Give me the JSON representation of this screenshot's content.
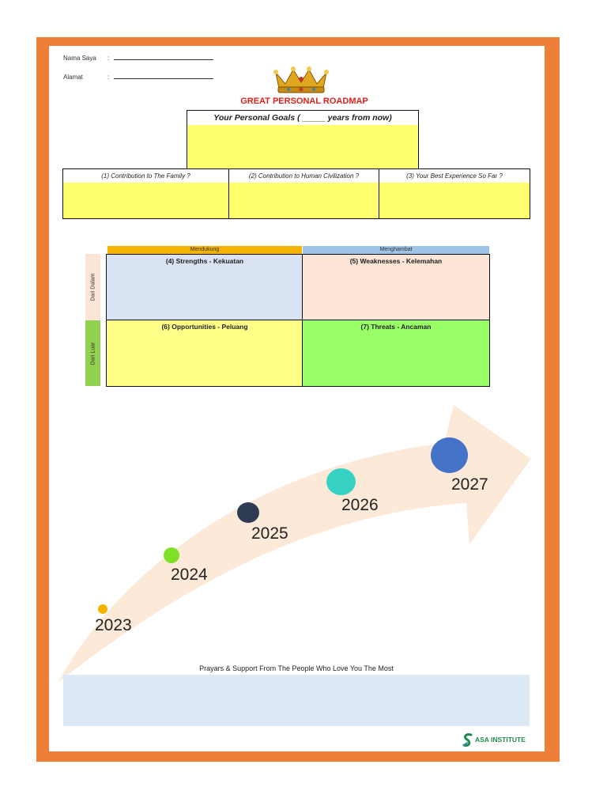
{
  "header": {
    "name_label": "Nama Saya",
    "address_label": "Alamat",
    "separator": ":"
  },
  "title": "GREAT PERSONAL ROADMAP",
  "goals": {
    "heading": "Your Personal Goals ( _____ years from now)"
  },
  "contributions": [
    {
      "heading": "(1) Contribution to The Family ?"
    },
    {
      "heading": "(2) Contribution to Human Civilization ?"
    },
    {
      "heading": "(3) Your Best Experience So Far ?"
    }
  ],
  "swot": {
    "support_label": "Mendukung",
    "hinder_label": "Menghambat",
    "inside_label": "Dari Dalam",
    "outside_label": "Dari Luar",
    "strengths": "(4) Strengths - Kekuatan",
    "weaknesses": "(5) Weaknesses - Kelemahan",
    "opportunities": "(6) Opportunities - Peluang",
    "threats": "(7) Threats - Ancaman"
  },
  "roadmap": {
    "years": [
      "2023",
      "2024",
      "2025",
      "2026",
      "2027"
    ],
    "dot_colors": [
      "#f5b300",
      "#80e027",
      "#2f3b52",
      "#36d3c4",
      "#4573c8"
    ]
  },
  "prayers": {
    "label": "Prayars & Support From The People Who Love You The Most"
  },
  "logo": {
    "text": "ASA INSTITUTE"
  },
  "colors": {
    "frame": "#ee7f36",
    "title": "#e1201c",
    "yellow_fill": "#ffff6e",
    "support_band": "#f5b300",
    "hinder_band": "#9dc3e6",
    "strengths_fill": "#dae3f3",
    "weaknesses_fill": "#fce4d6",
    "opportunities_fill": "#ffff88",
    "threats_fill": "#99ff66",
    "arrow_fill": "#fde9d7",
    "prayer_fill": "#ddeaf6"
  }
}
